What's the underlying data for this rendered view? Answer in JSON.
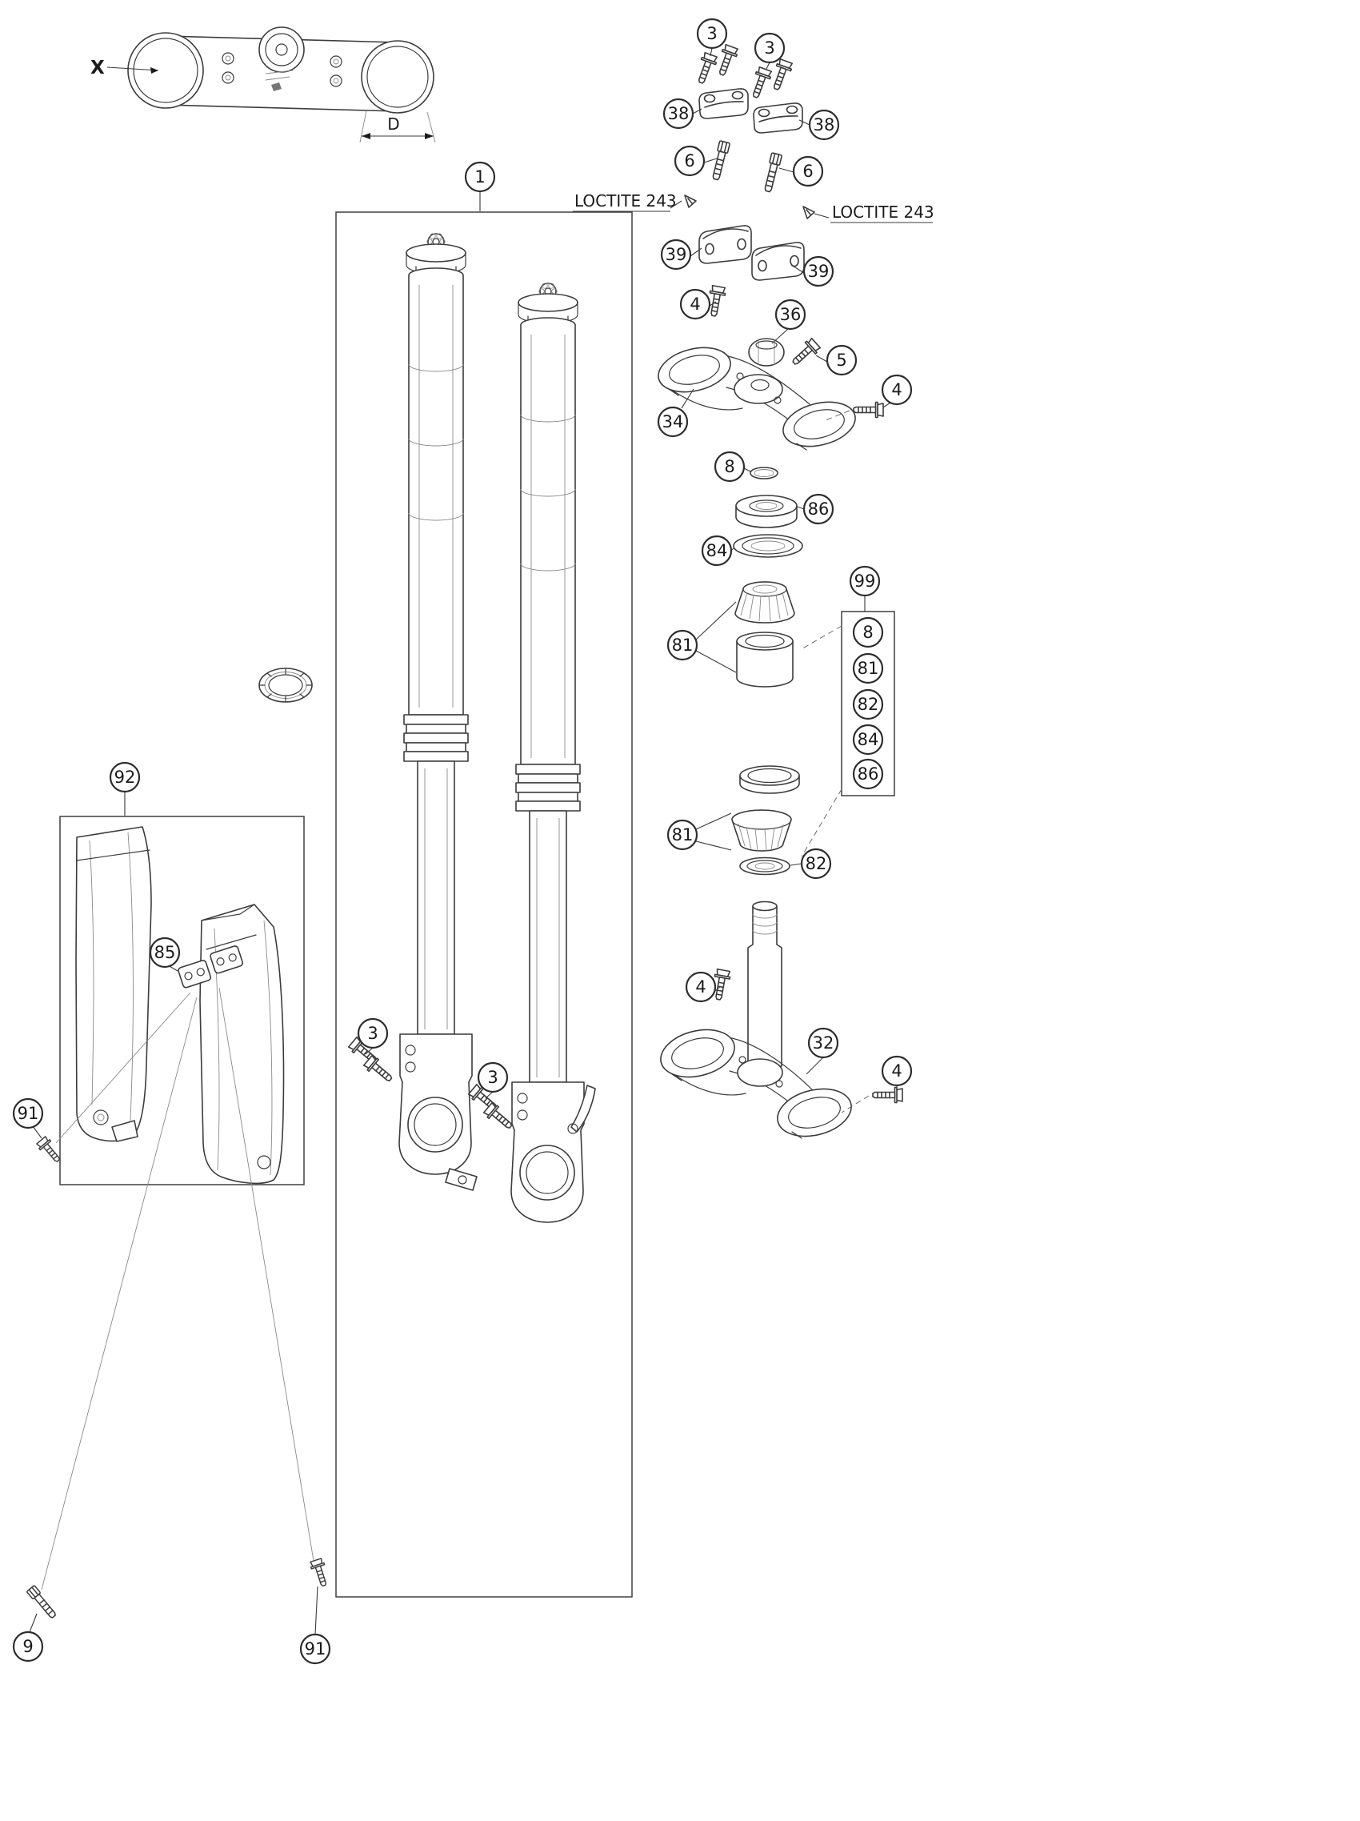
{
  "labels": {
    "x": "X",
    "d": "D",
    "loctite_left": "LOCTITE 243",
    "loctite_right": "LOCTITE 243"
  },
  "callouts": [
    {
      "label": "3"
    },
    {
      "label": "3"
    },
    {
      "label": "38"
    },
    {
      "label": "38"
    },
    {
      "label": "6"
    },
    {
      "label": "6"
    },
    {
      "label": "39"
    },
    {
      "label": "39"
    },
    {
      "label": "4"
    },
    {
      "label": "36"
    },
    {
      "label": "5"
    },
    {
      "label": "34"
    },
    {
      "label": "4"
    },
    {
      "label": "8"
    },
    {
      "label": "86"
    },
    {
      "label": "84"
    },
    {
      "label": "99"
    },
    {
      "label": "81"
    },
    {
      "label": "8"
    },
    {
      "label": "81"
    },
    {
      "label": "82"
    },
    {
      "label": "84"
    },
    {
      "label": "86"
    },
    {
      "label": "81"
    },
    {
      "label": "82"
    },
    {
      "label": "4"
    },
    {
      "label": "32"
    },
    {
      "label": "4"
    },
    {
      "label": "1"
    },
    {
      "label": "92"
    },
    {
      "label": "85"
    },
    {
      "label": "91"
    },
    {
      "label": "3"
    },
    {
      "label": "3"
    },
    {
      "label": "9"
    },
    {
      "label": "91"
    }
  ]
}
